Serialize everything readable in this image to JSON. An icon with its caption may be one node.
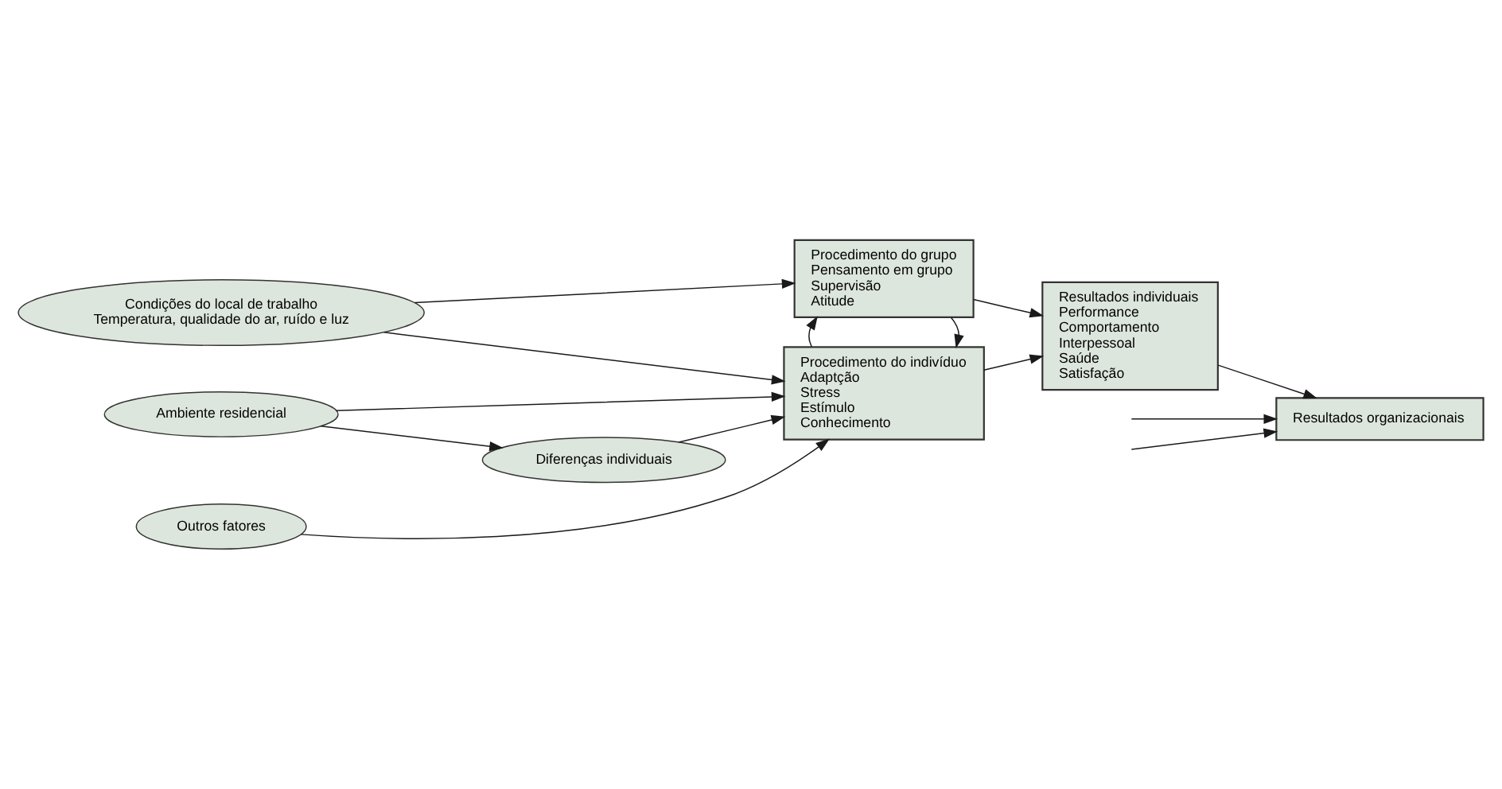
{
  "diagram": {
    "nodes": [
      {
        "text": [
          "Ambiente residencial"
        ]
      },
      {
        "text": [
          "Diferenças individuais"
        ]
      },
      {
        "text": [
          "Outros fatores"
        ]
      },
      {
        "text": [
          "Condições do local de trabalho",
          "Temperatura, qualidade do ar, ruído e luz"
        ]
      },
      {
        "text": [
          "Procedimento do indivíduo",
          "Adaptção",
          "Stress",
          "Estímulo",
          "Conhecimento"
        ]
      },
      {
        "text": [
          "Resultados individuais",
          "Performance",
          "Comportamento",
          "Interpessoal",
          "Saúde",
          "Satisfação"
        ]
      },
      {
        "text": [
          "Resultados organizacionais"
        ]
      },
      {
        "text": [
          "Procedimento do grupo",
          "Pensamento em grupo",
          "Supervisão",
          "Atitude"
        ]
      }
    ],
    "edges": [
      {
        "from": 0,
        "to": 1,
        "arrow": "to"
      },
      {
        "from": 0,
        "to": 4,
        "arrow": "to"
      },
      {
        "from": 1,
        "to": 4,
        "arrow": "to"
      },
      {
        "from": 2,
        "to": 4,
        "arrow": "to"
      },
      {
        "from": 3,
        "to": 4,
        "arrow": "to"
      },
      {
        "from": 3,
        "to": 7,
        "arrow": "to"
      },
      {
        "from": 7,
        "to": 4,
        "arrow": "to"
      },
      {
        "from": 4,
        "to": 7,
        "arrow": "to"
      },
      {
        "from": 4,
        "to": 5,
        "arrow": "to"
      },
      {
        "from": 7,
        "to": 5,
        "arrow": "to"
      },
      {
        "from": 5,
        "to": 6,
        "arrow": "to"
      },
      {
        "from": null,
        "to": 6,
        "arrow": "to"
      },
      {
        "from": null,
        "to": 6,
        "arrow": "to"
      }
    ]
  }
}
